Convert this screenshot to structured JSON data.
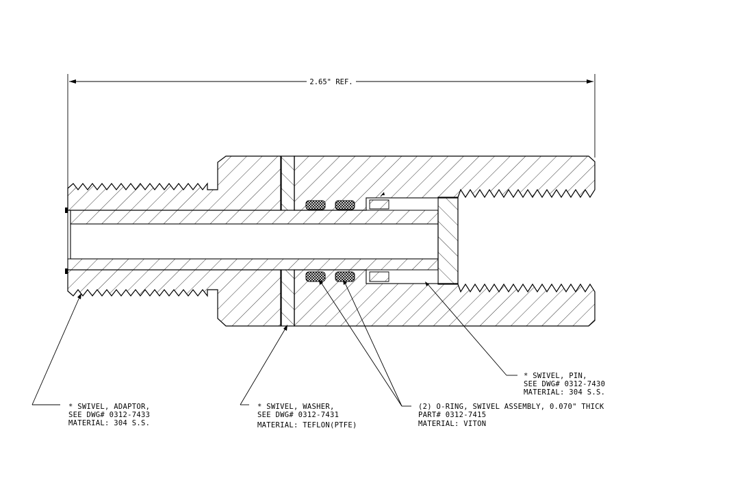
{
  "dimension": {
    "text": "2.65\" REF."
  },
  "callouts": {
    "adaptor": {
      "line1": "* SWIVEL, ADAPTOR,",
      "line2": "SEE DWG# 0312-7433",
      "line3": "MATERIAL: 304 S.S."
    },
    "washer": {
      "line1": "* SWIVEL, WASHER,",
      "line2": "SEE DWG# 0312-7431",
      "line3": "MATERIAL: TEFLON(PTFE)"
    },
    "oring": {
      "line1": "(2) O-RING, SWIVEL ASSEMBLY, 0.070\" THICK",
      "line2": "PART# 0312-7415",
      "line3": "MATERIAL: VITON"
    },
    "pin": {
      "line1": "* SWIVEL, PIN,",
      "line2": "SEE DWG# 0312-7430",
      "line3": "MATERIAL: 304 S.S."
    }
  }
}
